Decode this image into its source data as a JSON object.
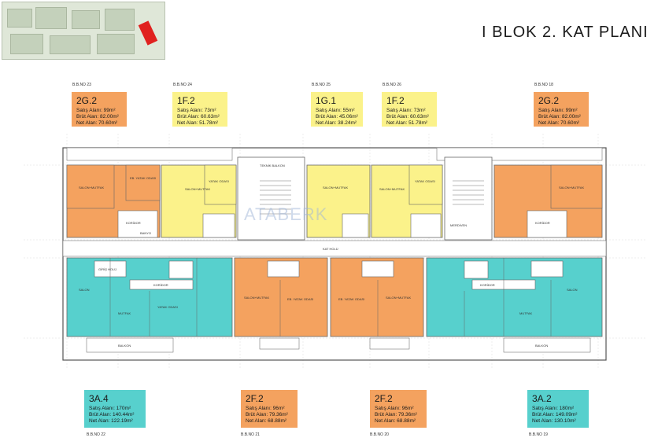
{
  "title": "I BLOK 2. KAT PLANI",
  "watermark": "ATABERK",
  "colors": {
    "orange": "#f4a25f",
    "yellow": "#fbf28a",
    "cyan": "#57d0cd"
  },
  "top_units": [
    {
      "bb": "B.B.NO 23",
      "code": "2G.2",
      "satis": "Satış Alanı: 99m²",
      "brut": "Brüt Alan: 82.00m²",
      "net": "Net Alan: 70.60m²",
      "color": "orange"
    },
    {
      "bb": "B.B.NO 24",
      "code": "1F.2",
      "satis": "Satış Alanı: 73m²",
      "brut": "Brüt Alan: 60.63m²",
      "net": "Net Alan: 51.78m²",
      "color": "yellow"
    },
    {
      "bb": "B.B.NO 25",
      "code": "1G.1",
      "satis": "Satış Alanı: 55m²",
      "brut": "Brüt Alan: 45.06m²",
      "net": "Net Alan: 38.24m²",
      "color": "yellow"
    },
    {
      "bb": "B.B.NO 26",
      "code": "1F.2",
      "satis": "Satış Alanı: 73m²",
      "brut": "Brüt Alan: 60.63m²",
      "net": "Net Alan: 51.78m²",
      "color": "yellow"
    },
    {
      "bb": "B.B.NO 18",
      "code": "2G.2",
      "satis": "Satış Alanı: 99m²",
      "brut": "Brüt Alan: 82.00m²",
      "net": "Net Alan: 70.60m²",
      "color": "orange"
    }
  ],
  "bottom_units": [
    {
      "bb": "B.B.NO 22",
      "code": "3A.4",
      "satis": "Satış Alanı: 170m²",
      "brut": "Brüt Alan: 140.44m²",
      "net": "Net Alan: 122.19m²",
      "color": "cyan"
    },
    {
      "bb": "B.B.NO 21",
      "code": "2F.2",
      "satis": "Satış Alanı: 96m²",
      "brut": "Brüt Alan: 79.36m²",
      "net": "Net Alan: 68.88m²",
      "color": "orange"
    },
    {
      "bb": "B.B.NO 20",
      "code": "2F.2",
      "satis": "Satış Alanı: 96m²",
      "brut": "Brüt Alan: 79.36m²",
      "net": "Net Alan: 68.88m²",
      "color": "orange"
    },
    {
      "bb": "B.B.NO 19",
      "code": "3A.2",
      "satis": "Satış Alanı: 180m²",
      "brut": "Brüt Alan: 149.09m²",
      "net": "Net Alan: 130.10m²",
      "color": "cyan"
    }
  ],
  "room_labels": {
    "salon_mutfak": "SALON+MUTFAK",
    "yatak_odasi": "YATAK ODASI",
    "eb_yatak_odasi": "EB. YATAK ODASI",
    "banyo": "BANYO",
    "koridor": "KORİDOR",
    "giris_holu": "GİRİŞ HOLÜ",
    "balkon": "BALKON",
    "salon": "SALON",
    "mutfak": "MUTFAK",
    "kat_holu": "KAT HOLÜ",
    "merdiven": "MERDİVEN",
    "teknik_balkon": "TEKNİK BALKON"
  }
}
